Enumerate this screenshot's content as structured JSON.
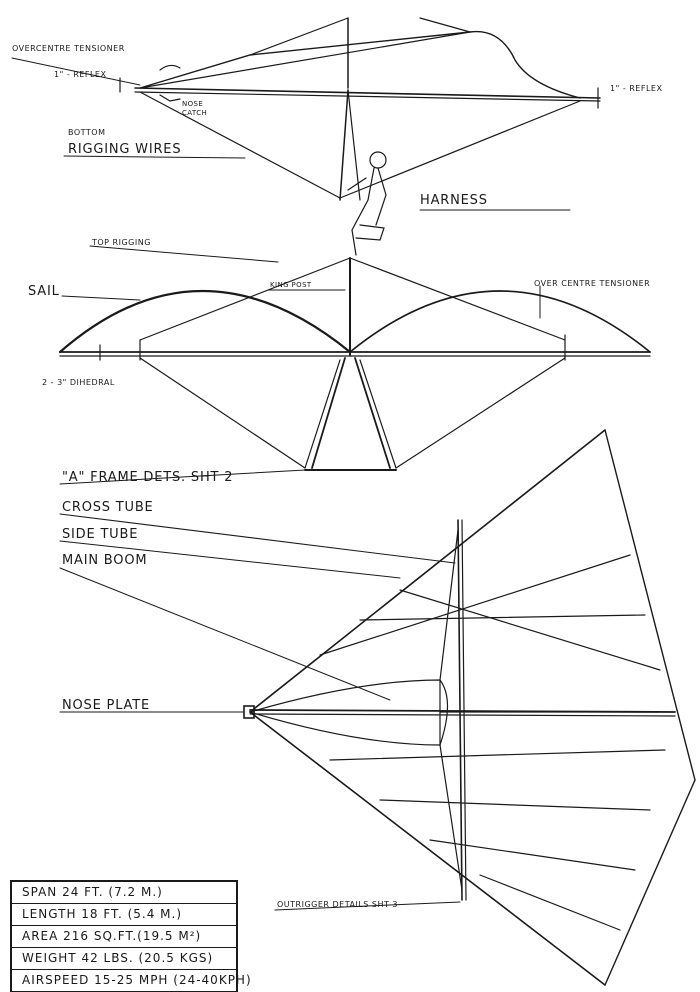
{
  "labels": {
    "overcentre_tensioner_top": "OVERCENTRE TENSIONER",
    "reflex_left": "1\" - REFLEX",
    "nose_catch": "NOSE CATCH",
    "reflex_right": "1\" - REFLEX",
    "bottom_rigging_line1": "BOTTOM",
    "bottom_rigging_line2": "RIGGING WIRES",
    "harness": "HARNESS",
    "top_rigging": "TOP RIGGING",
    "sail": "SAIL",
    "king_post": "KING POST",
    "overcentre_tensioner_right": "OVER CENTRE TENSIONER",
    "dihedral": "2 - 3\" DIHEDRAL",
    "a_frame": "\"A\" FRAME DETS. SHT 2",
    "cross_tube": "CROSS TUBE",
    "side_tube": "SIDE TUBE",
    "main_boom": "MAIN BOOM",
    "nose_plate": "NOSE PLATE",
    "outrigger": "OUTRIGGER DETAILS SHT 3"
  },
  "specs": {
    "span": "SPAN  24 FT. (7.2 M.)",
    "length": "LENGTH 18 FT. (5.4 M.)",
    "area": "AREA 216 SQ.FT.(19.5 M²)",
    "weight": "WEIGHT 42 LBS. (20.5 KGS)",
    "airspeed": "AIRSPEED 15-25 MPH (24-40KPH)"
  },
  "colors": {
    "ink": "#1a1a1a",
    "paper": "#ffffff"
  }
}
